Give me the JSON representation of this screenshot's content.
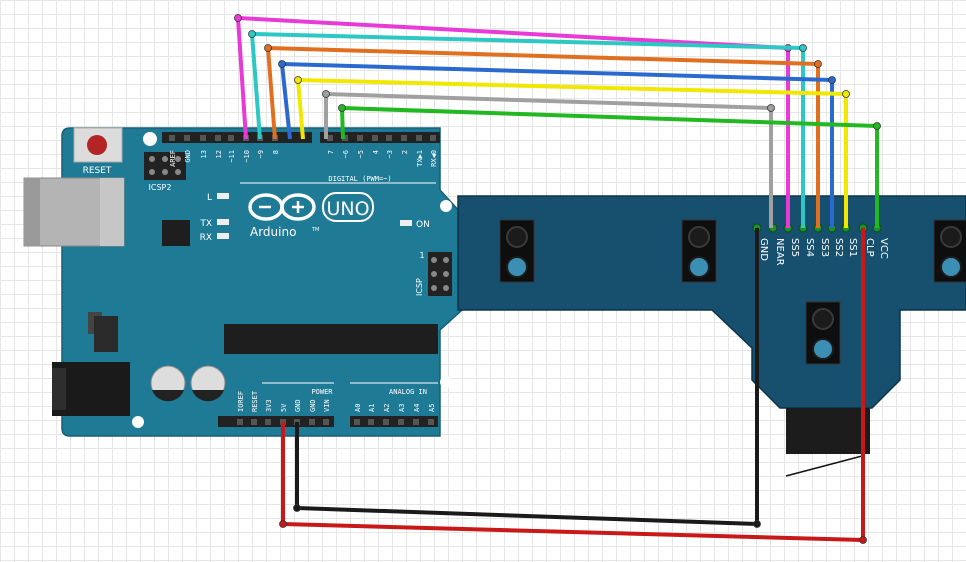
{
  "board": {
    "reset_label": "RESET",
    "icsp2_label": "ICSP2",
    "icsp_label": "ICSP",
    "icsp_pin1": "1",
    "led_l": "L",
    "led_tx": "TX",
    "led_rx": "RX",
    "led_on": "ON",
    "brand": "Arduino",
    "tm": "TM",
    "model": "UNO",
    "digital_label": "DIGITAL (PWM=~)",
    "power_label": "POWER",
    "analog_label": "ANALOG IN",
    "digital_pins": [
      "AREF",
      "GND",
      "13",
      "12",
      "~11",
      "~10",
      "~9",
      "8",
      "7",
      "~6",
      "~5",
      "4",
      "~3",
      "2",
      "TX▶1",
      "RX◀0"
    ],
    "power_pins": [
      "IOREF",
      "RESET",
      "3V3",
      "5V",
      "GND",
      "GND",
      "VIN"
    ],
    "analog_pins": [
      "A0",
      "A1",
      "A2",
      "A3",
      "A4",
      "A5"
    ]
  },
  "sensor": {
    "pins": [
      "GND",
      "NEAR",
      "SS5",
      "SS4",
      "SS3",
      "SS2",
      "SS1",
      "CLP",
      "VCC"
    ]
  },
  "wire_colors": {
    "magenta": "#e83ad6",
    "cyan": "#2cc8c4",
    "orange": "#e07020",
    "blue": "#2a6ad0",
    "yellow": "#f0e800",
    "gray": "#a0a0a0",
    "green": "#22b822",
    "black": "#1a1a1a",
    "red": "#c81818"
  },
  "board_colors": {
    "arduino": "#1f7a96",
    "sensor": "#17506e"
  }
}
